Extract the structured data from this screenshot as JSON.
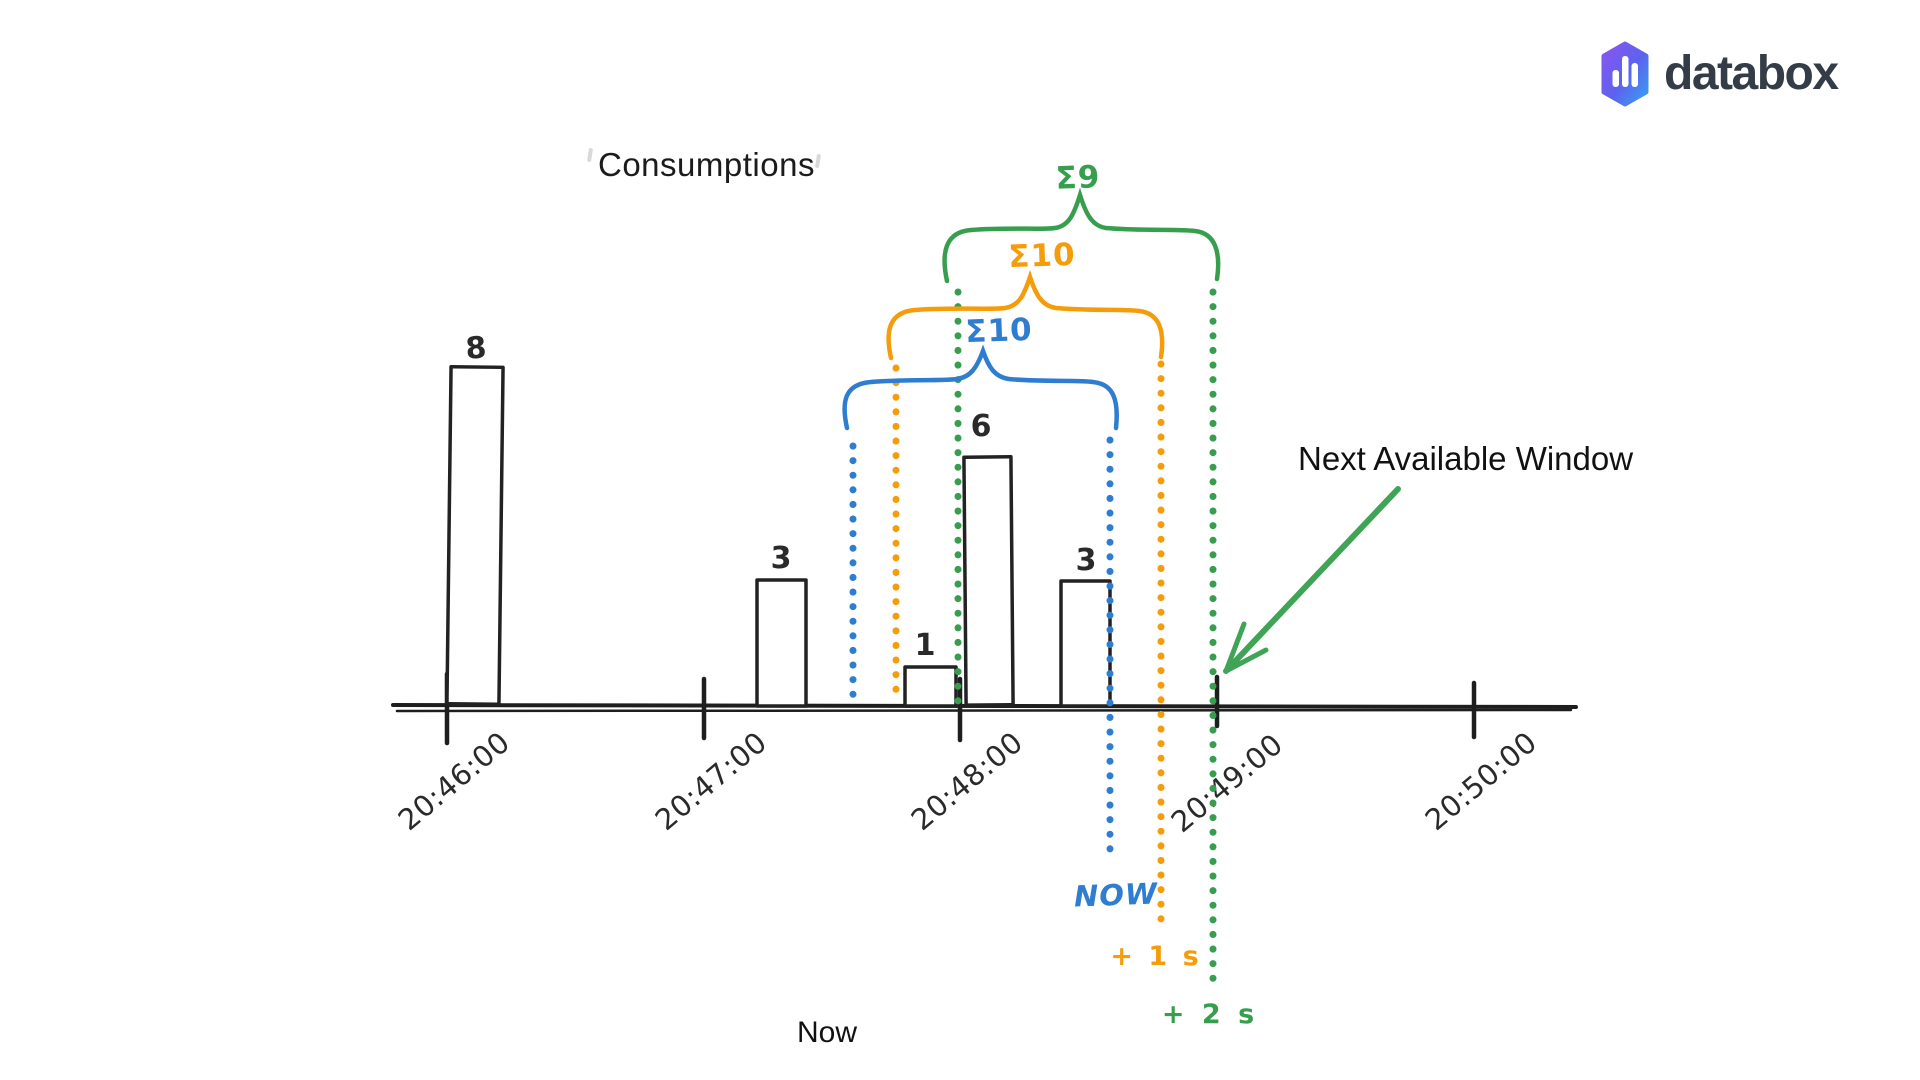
{
  "brand": {
    "name": "databox"
  },
  "chart_data": {
    "type": "bar",
    "title": "Consumptions",
    "x_ticks": [
      "20:46:00",
      "20:47:00",
      "20:48:00",
      "20:49:00",
      "20:50:00"
    ],
    "values": [
      8,
      3,
      1,
      6,
      3
    ],
    "xlabel": "",
    "ylabel": "",
    "grid": false,
    "style": "hand-drawn timeline; white bars with black outline sitting on a horizontal time axis",
    "bar_positions": [
      "at 20:46:00",
      "before 20:48:00",
      "just before 20:48:00",
      "just after 20:48:00",
      "between 20:48:00 and NOW"
    ]
  },
  "windows": [
    {
      "sum_label": "Σ10",
      "color_name": "blue",
      "color": "#2e7dd1",
      "end_marker_label": "NOW"
    },
    {
      "sum_label": "Σ10",
      "color_name": "orange",
      "color": "#f59c0a",
      "end_marker_label": "+ 1 s"
    },
    {
      "sum_label": "Σ9",
      "color_name": "green",
      "color": "#379e4e",
      "end_marker_label": "+ 2 s"
    }
  ],
  "annotations": {
    "next_available_window": "Next Available Window",
    "now_caption": "Now"
  },
  "colors": {
    "ink": "#1e1e1e",
    "blue": "#2e7dd1",
    "orange": "#f59c0a",
    "green": "#379e4e",
    "logo_text": "#333c47",
    "logo_gradient_start": "#8a55f0",
    "logo_gradient_end": "#38a0f5"
  }
}
